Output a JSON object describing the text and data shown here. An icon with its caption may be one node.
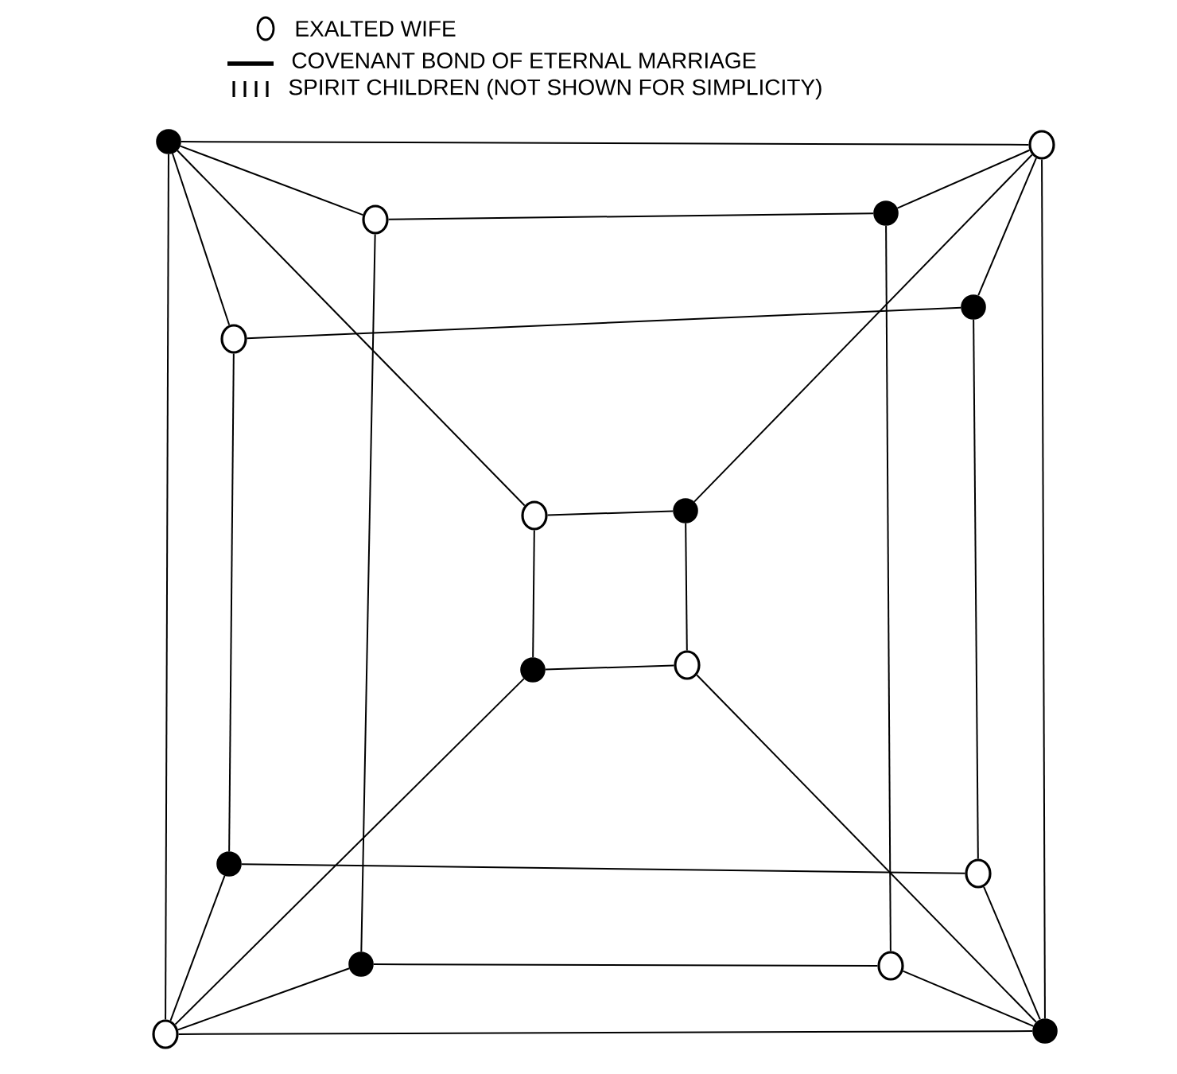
{
  "diagram": {
    "nodes": [
      {
        "text": [],
        "shape": "dot"
      },
      {
        "text": [],
        "shape": "circle"
      },
      {
        "text": [],
        "shape": "circle"
      },
      {
        "text": [],
        "shape": "dot"
      },
      {
        "text": [],
        "shape": "circle"
      },
      {
        "text": [],
        "shape": "dot"
      },
      {
        "text": [],
        "shape": "circle"
      },
      {
        "text": [],
        "shape": "dot"
      },
      {
        "text": [],
        "shape": "dot"
      },
      {
        "text": [],
        "shape": "circle"
      },
      {
        "text": [],
        "shape": "dot"
      },
      {
        "text": [],
        "shape": "circle"
      },
      {
        "text": [],
        "shape": "dot"
      },
      {
        "text": [],
        "shape": "circle"
      },
      {
        "text": [],
        "shape": "circle"
      },
      {
        "text": [],
        "shape": "dot"
      }
    ],
    "edges": [
      {
        "from": 0,
        "to": 1,
        "arrow": "none"
      },
      {
        "from": 0,
        "to": 14,
        "arrow": "none"
      },
      {
        "from": 1,
        "to": 15,
        "arrow": "none"
      },
      {
        "from": 14,
        "to": 15,
        "arrow": "none"
      },
      {
        "from": 0,
        "to": 2,
        "arrow": "none"
      },
      {
        "from": 0,
        "to": 4,
        "arrow": "none"
      },
      {
        "from": 0,
        "to": 6,
        "arrow": "none"
      },
      {
        "from": 1,
        "to": 3,
        "arrow": "none"
      },
      {
        "from": 1,
        "to": 5,
        "arrow": "none"
      },
      {
        "from": 1,
        "to": 7,
        "arrow": "none"
      },
      {
        "from": 14,
        "to": 10,
        "arrow": "none"
      },
      {
        "from": 14,
        "to": 12,
        "arrow": "none"
      },
      {
        "from": 14,
        "to": 8,
        "arrow": "none"
      },
      {
        "from": 15,
        "to": 11,
        "arrow": "none"
      },
      {
        "from": 15,
        "to": 13,
        "arrow": "none"
      },
      {
        "from": 15,
        "to": 9,
        "arrow": "none"
      },
      {
        "from": 2,
        "to": 3,
        "arrow": "none"
      },
      {
        "from": 3,
        "to": 13,
        "arrow": "none"
      },
      {
        "from": 13,
        "to": 12,
        "arrow": "none"
      },
      {
        "from": 12,
        "to": 2,
        "arrow": "none"
      },
      {
        "from": 4,
        "to": 5,
        "arrow": "none"
      },
      {
        "from": 5,
        "to": 11,
        "arrow": "none"
      },
      {
        "from": 11,
        "to": 10,
        "arrow": "none"
      },
      {
        "from": 10,
        "to": 4,
        "arrow": "none"
      },
      {
        "from": 6,
        "to": 7,
        "arrow": "none"
      },
      {
        "from": 7,
        "to": 9,
        "arrow": "none"
      },
      {
        "from": 9,
        "to": 8,
        "arrow": "none"
      },
      {
        "from": 8,
        "to": 6,
        "arrow": "none"
      }
    ],
    "legend": [
      {
        "text": "EXALTED WIFE"
      },
      {
        "text": "COVENANT BOND OF ETERNAL MARRIAGE"
      },
      {
        "text": "SPIRIT CHILDREN (NOT SHOWN FOR SIMPLICITY)"
      }
    ]
  }
}
